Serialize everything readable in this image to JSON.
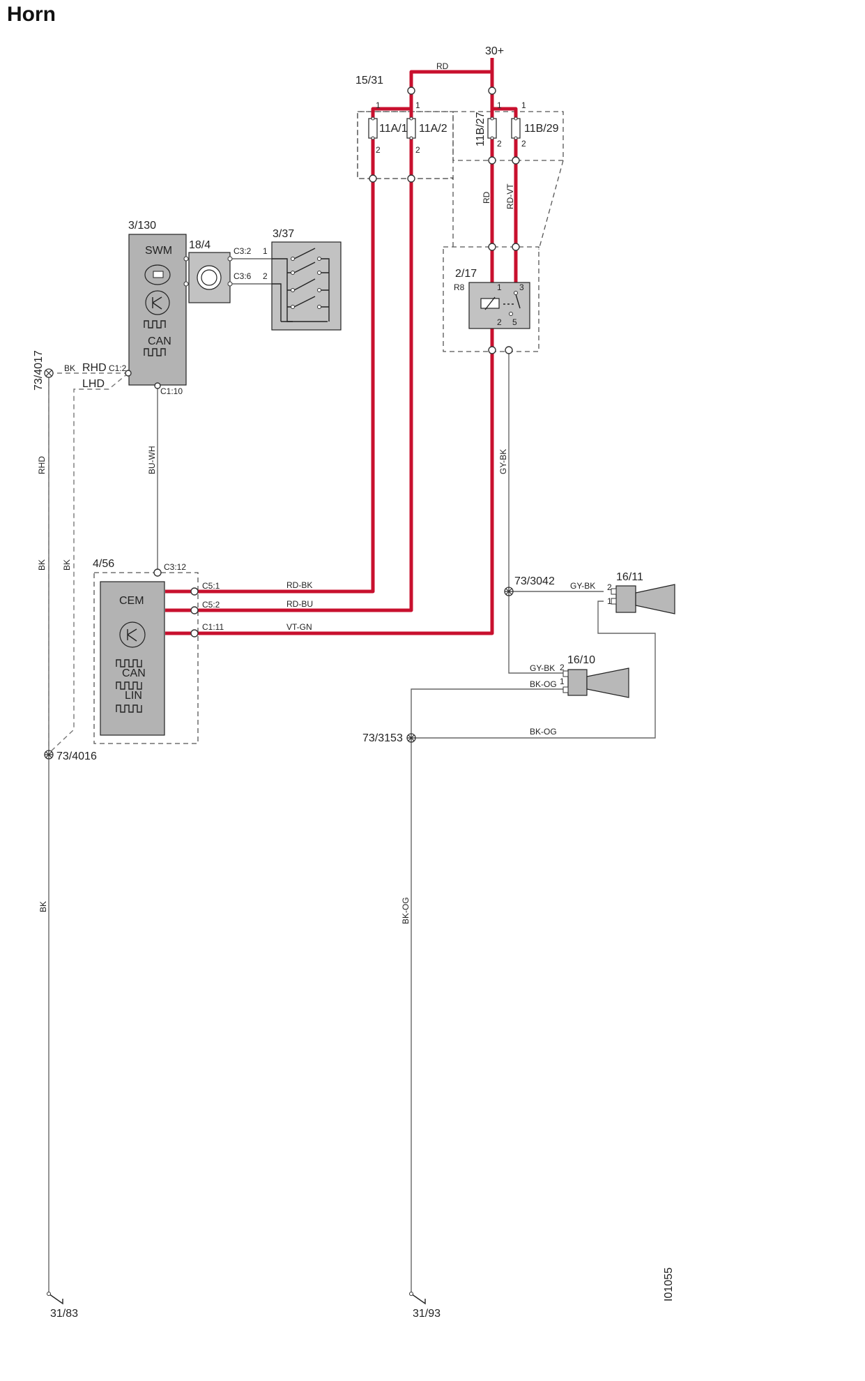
{
  "title": "Horn",
  "supply": "30+",
  "wire_colors": {
    "rd": "RD",
    "rd_vt": "RD-VT",
    "bk": "BK",
    "bu_wh": "BU-WH",
    "rd_bk": "RD-BK",
    "rd_bu": "RD-BU",
    "vt_gn": "VT-GN",
    "gy_bk": "GY-BK",
    "bk_og": "BK-OG"
  },
  "variants": {
    "rhd": "RHD",
    "lhd": "LHD"
  },
  "components": {
    "fuse_box": "15/31",
    "fuse_11a1": "11A/1",
    "fuse_11a2": "11A/2",
    "fuse_11b27": "11B/27",
    "fuse_11b29": "11B/29",
    "swm_id": "3/130",
    "swm_name": "SWM",
    "clock_spring": "18/4",
    "horn_switch": "3/37",
    "relay_box": "2/17",
    "relay_name": "R8",
    "cem_id": "4/56",
    "cem_name": "CEM",
    "horn_high": "16/11",
    "horn_low": "16/10"
  },
  "bus_labels": {
    "can": "CAN",
    "lin": "LIN"
  },
  "connectors": {
    "c3_2": "C3:2",
    "c3_6": "C3:6",
    "c1_2": "C1:2",
    "c1_10": "C1:10",
    "c3_12": "C3:12",
    "c5_1": "C5:1",
    "c5_2": "C5:2",
    "c1_11": "C1:11"
  },
  "pins": {
    "p1": "1",
    "p2": "2",
    "p3": "3",
    "p5": "5"
  },
  "splices": {
    "s4017": "73/4017",
    "s4016": "73/4016",
    "s3042": "73/3042",
    "s3153": "73/3153"
  },
  "grounds": {
    "g83": "31/83",
    "g93": "31/93"
  },
  "figure_id": "I01055",
  "colors": {
    "power_wire": "#c8102e",
    "module_fill": "#b3b3b3",
    "wire": "#666666"
  }
}
